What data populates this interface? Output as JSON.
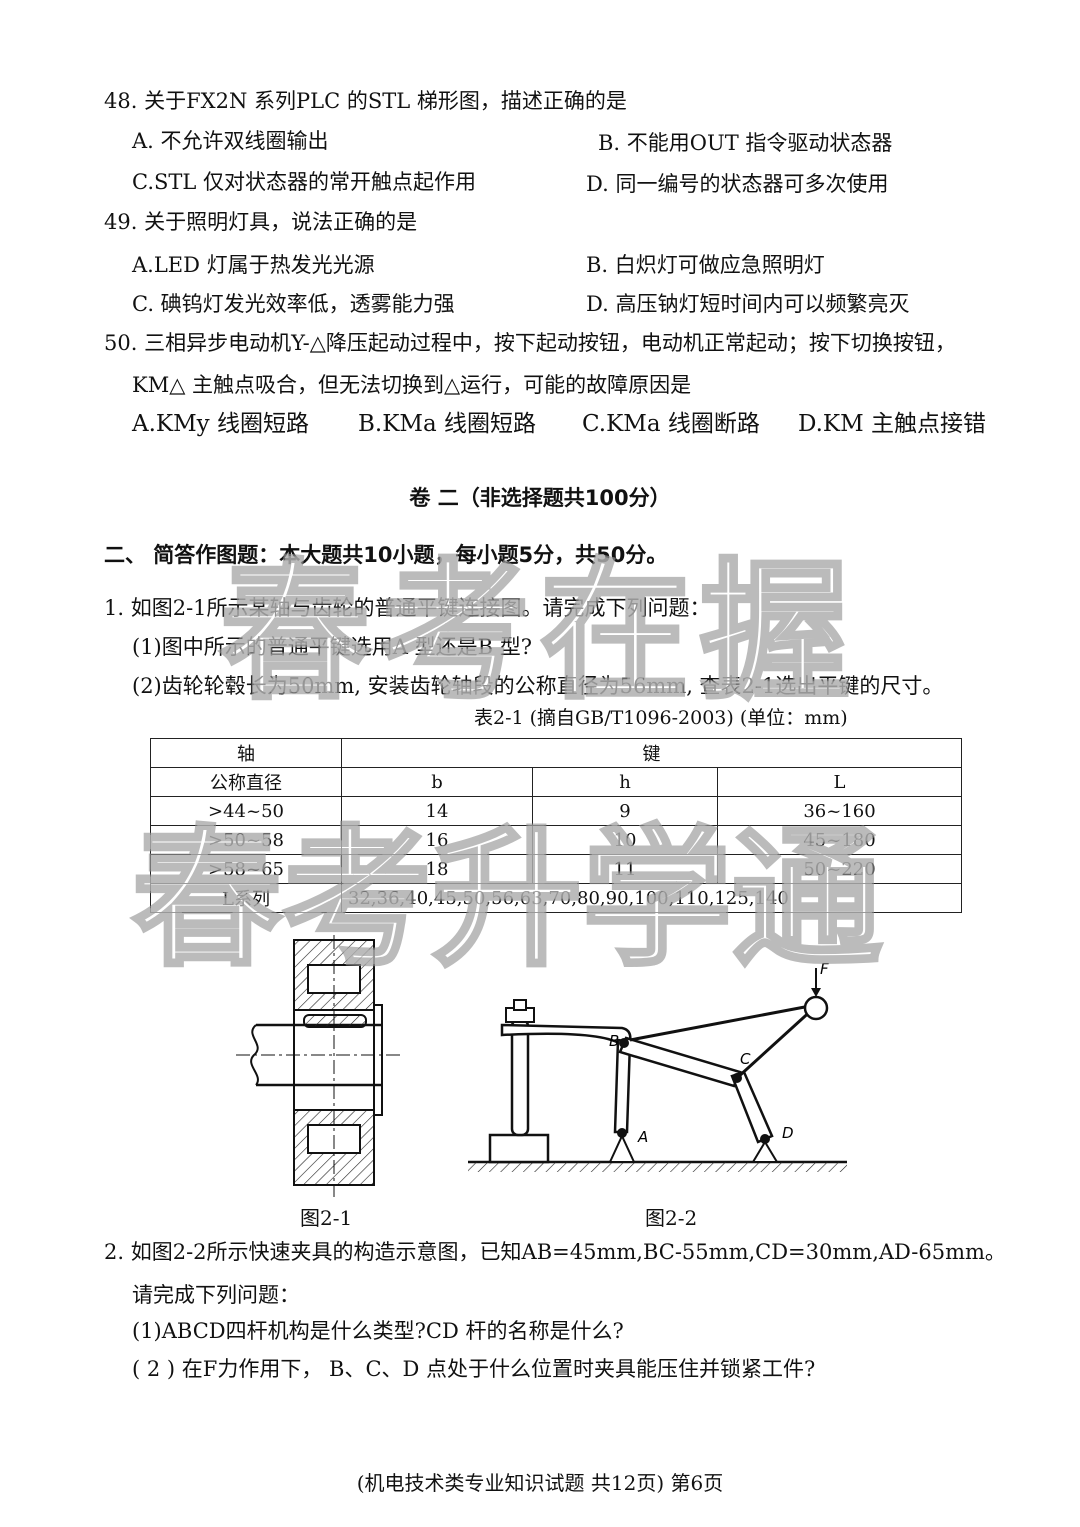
{
  "q48": {
    "stem": "48. 关于FX2N  系列PLC  的STL 梯形图，描述正确的是",
    "a": "A.  不允许双线圈输出",
    "b": "B.   不能用OUT  指令驱动状态器",
    "c": "C.STL 仅对状态器的常开触点起作用",
    "d": "D.   同一编号的状态器可多次使用"
  },
  "q49": {
    "stem": "49. 关于照明灯具，说法正确的是",
    "a": "A.LED  灯属于热发光光源",
    "b": "B.   白炽灯可做应急照明灯",
    "c": "C.  碘钨灯发光效率低，透雾能力强",
    "d": "D.   高压钠灯短时间内可以频繁亮灭"
  },
  "q50": {
    "stem1": "50. 三相异步电动机Y-△降压起动过程中，按下起动按钮，电动机正常起动；按下切换按钮，",
    "stem2": "KM△ 主触点吸合，但无法切换到△运行，可能的故障原因是",
    "a": "A.KMy  线圈短路",
    "b": "B.KMa  线圈短路",
    "c": "C.KMa 线圈断路",
    "d": "D.KM  主触点接错"
  },
  "section_title": "卷   二（非选择题共100分）",
  "part_title": "二、 简答作图题：本大题共10小题，每小题5分，共50分。",
  "p1": {
    "stem": "1.  如图2-1所示某轴与齿轮的普通平键连接图。请完成下列问题：",
    "sub1": "(1)图中所示的普通平键选用A 型还是B 型?",
    "sub2": "(2)齿轮轮毂长为50mm, 安装齿轮轴段的公称直径为56mm, 查表2-1选出平键的尺寸。"
  },
  "table": {
    "caption": "表2-1   (摘自GB/T1096-2003)   (单位：mm)",
    "h_shaft": "轴",
    "h_key": "键",
    "h_nominal": "公称直径",
    "h_b": "b",
    "h_h": "h",
    "h_L": "L",
    "rows": [
      {
        "d": ">44~50",
        "b": "14",
        "h": "9",
        "L": "36~160"
      },
      {
        "d": ">50~58",
        "b": "16",
        "h": "10",
        "L": "45~180"
      },
      {
        "d": ">58~65",
        "b": "18",
        "h": "11",
        "L": "50~220"
      }
    ],
    "series_label": "L系列",
    "series_values": "32,36,40,45,50,56,63,70,80,90,100,110,125,140"
  },
  "figures": {
    "fig1_caption": "图2-1",
    "fig2_caption": "图2-2",
    "label_B": "B",
    "label_C": "C",
    "label_A": "A",
    "label_D": "D",
    "label_F": "F"
  },
  "p2": {
    "stem": "2.  如图2-2所示快速夹具的构造示意图，已知AB=45mm,BC-55mm,CD=30mm,AD-65mm。",
    "sub0": "请完成下列问题：",
    "sub1": "(1)ABCD四杆机构是什么类型?CD  杆的名称是什么?",
    "sub2": "( 2 ) 在F力作用下，  B、C、D  点处于什么位置时夹具能压住并锁紧工件?"
  },
  "watermarks": {
    "top": "春考在握",
    "middle": "春考升学通"
  },
  "footer": "(机电技术类专业知识试题  共12页) 第6页"
}
